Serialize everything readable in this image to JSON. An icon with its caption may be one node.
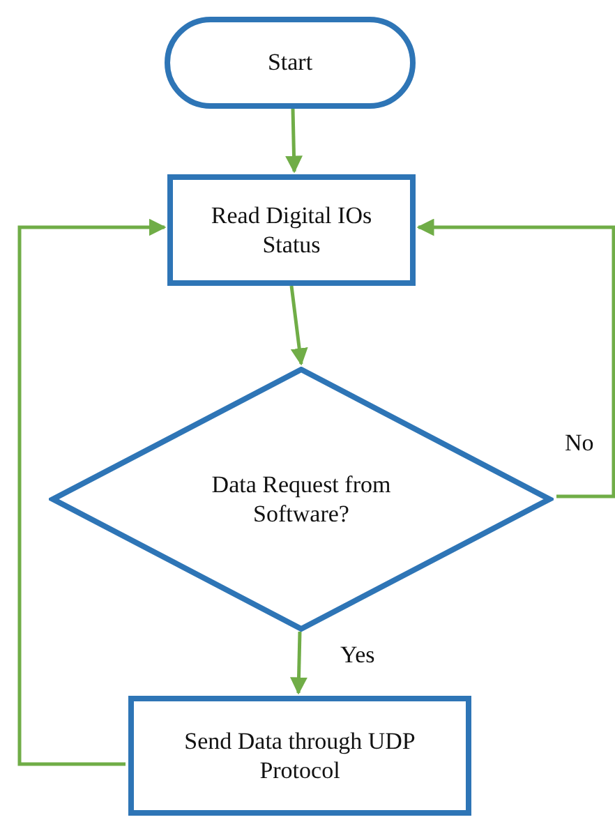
{
  "diagram": {
    "nodes": [
      {
        "text": [
          "Start"
        ]
      },
      {
        "text": [
          "Read Digital IOs Status"
        ]
      },
      {
        "text": [
          "Data Request from Software?"
        ]
      },
      {
        "text": [
          "Send Data through UDP Protocol"
        ]
      }
    ],
    "edges": [
      {
        "from": 0,
        "to": 1,
        "arrow": "to"
      },
      {
        "from": 1,
        "to": 2,
        "arrow": "to"
      },
      {
        "from": 2,
        "to": 3,
        "arrow": "to",
        "label": "Yes"
      },
      {
        "from": 3,
        "to": 1,
        "arrow": "to"
      },
      {
        "from": 2,
        "to": 1,
        "arrow": "to",
        "label": "No"
      }
    ]
  }
}
